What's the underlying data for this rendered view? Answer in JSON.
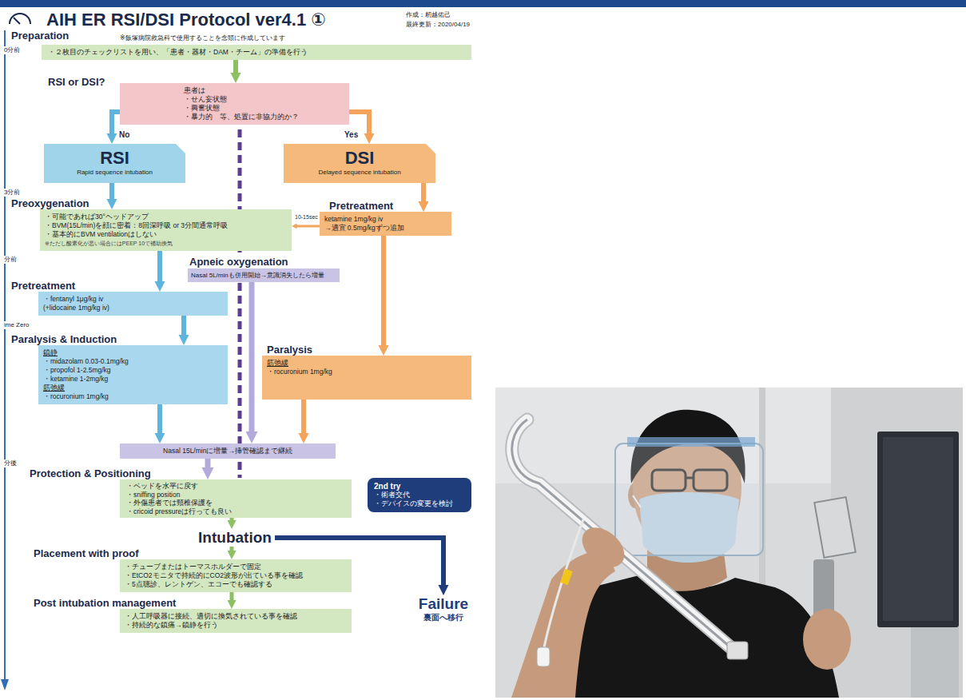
{
  "diagram": {
    "title": "AIH ER RSI/DSI Protocol ver4.1 ①",
    "nodes": [
      {
        "text": [
          "Preparation",
          "・２枚目のチェックリストを用い、「患者・器材・DAM・チーム」の準備を行う"
        ]
      },
      {
        "text": [
          "RSI or DSI?",
          "患者は",
          "・せん妄状態",
          "・興奮状態",
          "・暴力的　等、処置に非協力的か？"
        ]
      },
      {
        "text": [
          "RSI",
          "Rapid sequence intubation"
        ]
      },
      {
        "text": [
          "DSI",
          "Delayed sequence intubation"
        ]
      },
      {
        "text": [
          "Preoxygenation",
          "・可能であれば30°ヘッドアップ",
          "・BVM(15L/min)を顔に密着：8回深呼吸 or 3分間通常呼吸",
          "・基本的にBVM ventilationはしない",
          "※ただし酸素化が悪い場合にはPEEP 10で補助換気"
        ]
      },
      {
        "text": [
          "Pretreatment",
          "ketamine 1mg/kg iv",
          "→適宜 0.5mg/kgずつ追加"
        ]
      },
      {
        "text": [
          "Apneic oxygenation",
          "Nasal 5L/minも併用開始→意識消失したら増量"
        ]
      },
      {
        "text": [
          "Pretreatment",
          "・fentanyl 1μg/kg iv",
          "(+lidocaine 1mg/kg iv)"
        ]
      },
      {
        "text": [
          "Paralysis & Induction",
          "鎮静",
          "・midazolam 0.03-0.1mg/kg",
          "・propofol 1-2.5mg/kg",
          "・ketamine 1-2mg/kg",
          "筋弛緩",
          "・rocuronium 1mg/kg"
        ]
      },
      {
        "text": [
          "Paralysis",
          "筋弛緩",
          "・rocuronium 1mg/kg"
        ]
      },
      {
        "text": [
          "Nasal 15L/minに増量→挿管確認まで継続"
        ]
      },
      {
        "text": [
          "Protection & Positioning",
          "・ベッドを水平に戻す",
          "・sniffing position",
          "・外傷患者では頸椎保護を",
          "・cricoid pressureは行っても良い"
        ]
      },
      {
        "text": [
          "2nd try",
          "・術者交代",
          "・デバイスの変更を検討"
        ]
      },
      {
        "text": [
          "Intubation"
        ]
      },
      {
        "text": [
          "Failure",
          "裏面へ移行"
        ]
      },
      {
        "text": [
          "Placement with proof",
          "・チューブまたはトーマスホルダーで固定",
          "・EtCO2モニタで持続的にCO2波形が出ている事を確認",
          "・5点聴診、レントゲン、エコーでも確認する"
        ]
      },
      {
        "text": [
          "Post intubation management",
          "・人工呼吸器に接続、適切に換気されている事を確認",
          "・持続的な鎮痛→鎮静を行う"
        ]
      }
    ],
    "edges": [
      {
        "from": 0,
        "to": 1,
        "arrow": "to"
      },
      {
        "from": 1,
        "to": 2,
        "label": "No",
        "arrow": "to"
      },
      {
        "from": 1,
        "to": 3,
        "label": "Yes",
        "arrow": "to"
      },
      {
        "from": 2,
        "to": 4,
        "arrow": "to"
      },
      {
        "from": 3,
        "to": 5,
        "arrow": "to"
      },
      {
        "from": 5,
        "to": 4,
        "label": "10-15sec",
        "arrow": "to"
      },
      {
        "from": 4,
        "to": 7,
        "arrow": "to"
      },
      {
        "from": 7,
        "to": 8,
        "arrow": "to"
      },
      {
        "from": 8,
        "to": 10,
        "arrow": "to"
      },
      {
        "from": 5,
        "to": 9,
        "arrow": "to"
      },
      {
        "from": 9,
        "to": 10,
        "arrow": "to"
      },
      {
        "from": 6,
        "to": 10,
        "arrow": "to"
      },
      {
        "from": 10,
        "to": 11,
        "arrow": "to"
      },
      {
        "from": 11,
        "to": 13,
        "arrow": "to"
      },
      {
        "from": 13,
        "to": 14,
        "arrow": "to"
      },
      {
        "from": 13,
        "to": 15,
        "arrow": "to"
      },
      {
        "from": 15,
        "to": 16,
        "arrow": "to"
      }
    ],
    "labels": [
      "作成：籾越佑己",
      "最終更新：2020/04/19",
      "※飯塚病院救急科で使用することを念頭に作成しています",
      "0分前",
      "3分前",
      "分前",
      "ime Zero",
      "分後"
    ]
  }
}
